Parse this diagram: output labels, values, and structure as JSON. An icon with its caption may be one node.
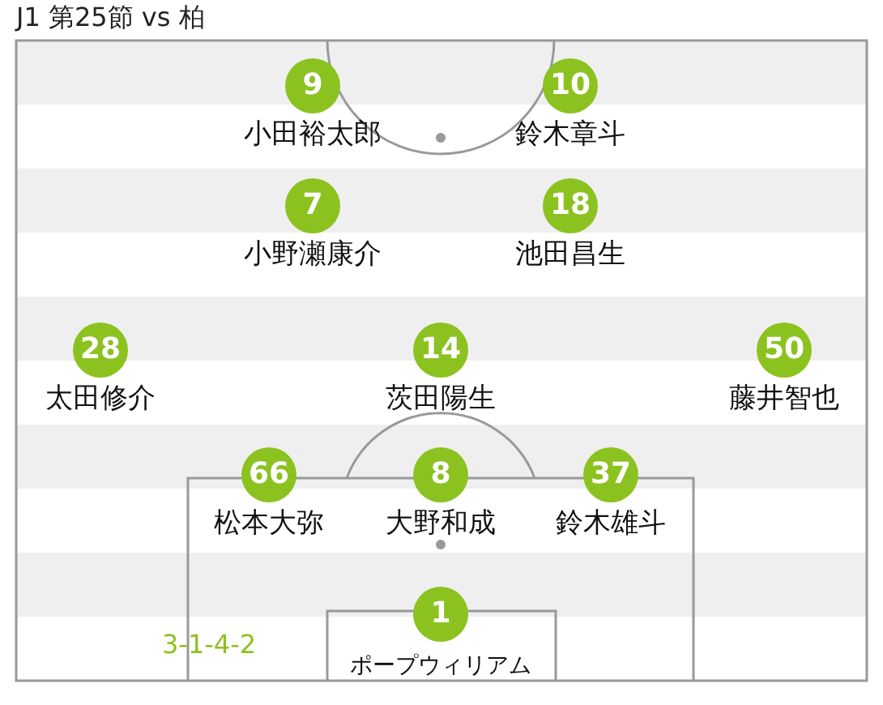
{
  "diagram": {
    "title": "J1 第25節 vs 柏",
    "nodes": [
      {
        "text": [
          "9"
        ],
        "beside": [
          "小田裕太郎"
        ]
      },
      {
        "text": [
          "10"
        ],
        "beside": [
          "鈴木章斗"
        ]
      },
      {
        "text": [
          "7"
        ],
        "beside": [
          "小野瀬康介"
        ]
      },
      {
        "text": [
          "18"
        ],
        "beside": [
          "池田昌生"
        ]
      },
      {
        "text": [
          "28"
        ],
        "beside": [
          "太田修介"
        ]
      },
      {
        "text": [
          "14"
        ],
        "beside": [
          "茨田陽生"
        ]
      },
      {
        "text": [
          "50"
        ],
        "beside": [
          "藤井智也"
        ]
      },
      {
        "text": [
          "66"
        ],
        "beside": [
          "松本大弥"
        ]
      },
      {
        "text": [
          "8"
        ],
        "beside": [
          "大野和成"
        ]
      },
      {
        "text": [
          "37"
        ],
        "beside": [
          "鈴木雄斗"
        ]
      },
      {
        "text": [
          "1"
        ],
        "beside": [
          "ポープウィリアム"
        ]
      }
    ],
    "labels": [
      "3-1-4-2"
    ]
  }
}
